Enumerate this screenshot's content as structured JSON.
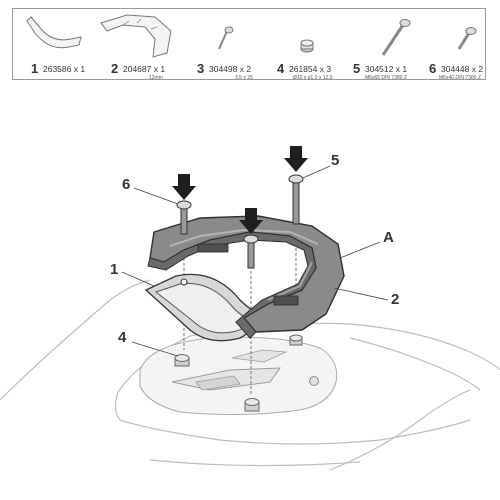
{
  "parts": [
    {
      "num": "1",
      "code": "263586 x 1",
      "spec": "",
      "icon": "plate-bracket-icon"
    },
    {
      "num": "2",
      "code": "204687 x 1",
      "spec": "12mm",
      "icon": "spacer-ring-icon"
    },
    {
      "num": "3",
      "code": "304498 x 2",
      "spec": "3,5 x 25",
      "icon": "screw-icon"
    },
    {
      "num": "4",
      "code": "261854 x 3",
      "spec": "Ø10 x p1,0 x 12,5",
      "icon": "nut-spacer-icon"
    },
    {
      "num": "5",
      "code": "304512 x 1",
      "spec": "M6x65 DIN 7380 Z",
      "icon": "bolt-long-icon"
    },
    {
      "num": "6",
      "code": "304448 x 2",
      "spec": "M6x40 DIN 7380 Z",
      "icon": "bolt-short-icon"
    }
  ],
  "callouts": {
    "c1": "1",
    "c2": "2",
    "c4": "4",
    "c5": "5",
    "c6": "6",
    "cA": "A"
  }
}
